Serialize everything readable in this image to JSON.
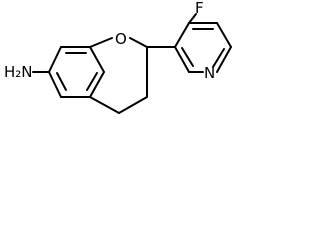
{
  "molecule": {
    "atom_labels": {
      "amine": "H₂N",
      "oxygen": "O",
      "nitrogen": "N",
      "fluorine": "F"
    },
    "colors": {
      "bond": "#000000",
      "label": "#000000",
      "background": "#ffffff"
    }
  }
}
